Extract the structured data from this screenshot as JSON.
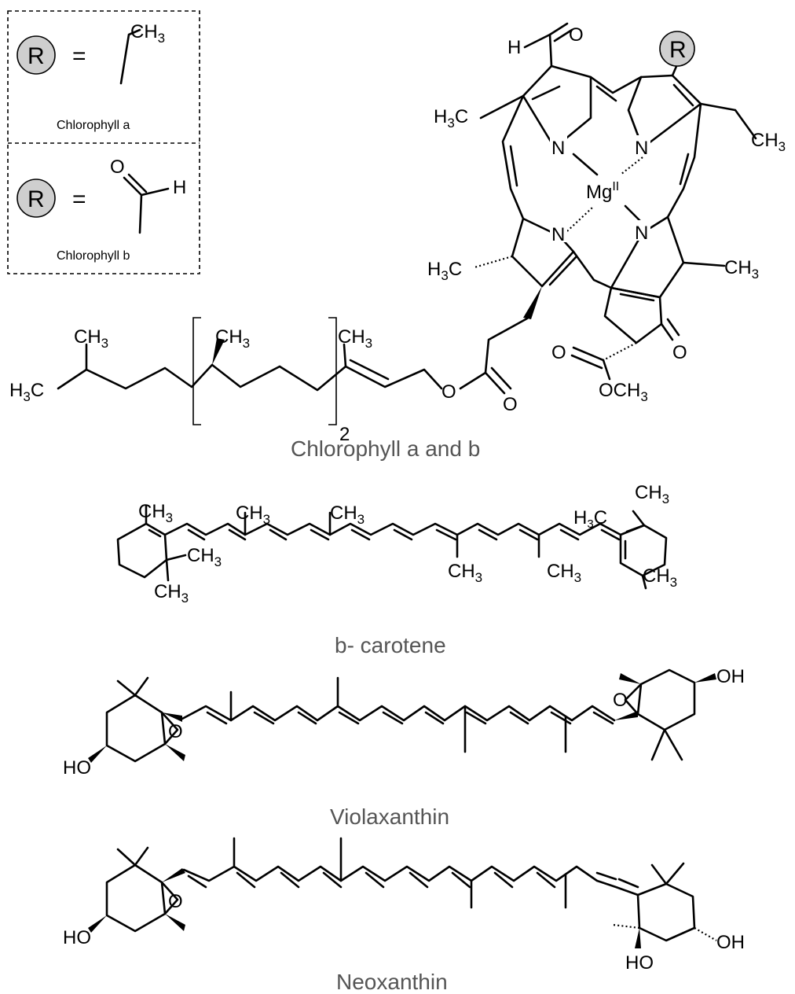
{
  "legend": {
    "r_label": "R",
    "equals": "=",
    "chlorophyll_a": {
      "substituent": "CH3",
      "name": "Chlorophyll a"
    },
    "chlorophyll_b": {
      "o": "O",
      "h": "H",
      "name": "Chlorophyll b"
    }
  },
  "captions": {
    "chlorophyll": "Chlorophyll a and b",
    "carotene": "b- carotene",
    "violaxanthin": "Violaxanthin",
    "neoxanthin": "Neoxanthin"
  },
  "atoms": {
    "H": "H",
    "O": "O",
    "N": "N",
    "R": "R",
    "Mg": "Mg",
    "mg_ox": "II",
    "CH3": "CH3",
    "H3C": "H3C",
    "OCH3": "OCH3",
    "HO": "HO",
    "OH": "OH",
    "repeat": "2"
  }
}
